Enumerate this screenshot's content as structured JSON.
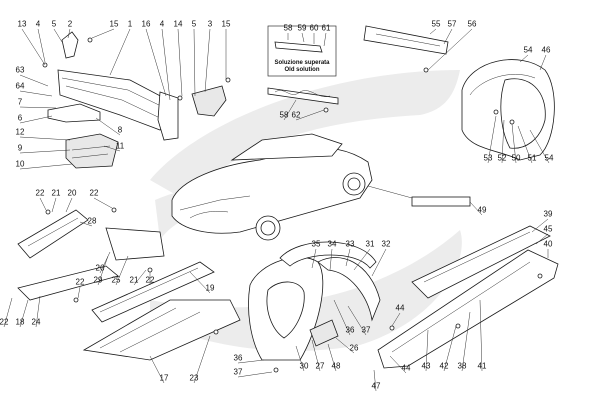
{
  "diagram": {
    "title": "",
    "watermark_color": "#ececec",
    "line_color": "#1a1a1a",
    "callouts": [
      {
        "id": "c13",
        "label": "13"
      },
      {
        "id": "c4a",
        "label": "4"
      },
      {
        "id": "c5a",
        "label": "5"
      },
      {
        "id": "c2",
        "label": "2"
      },
      {
        "id": "c15a",
        "label": "15"
      },
      {
        "id": "c1",
        "label": "1"
      },
      {
        "id": "c16",
        "label": "16"
      },
      {
        "id": "c4b",
        "label": "4"
      },
      {
        "id": "c14",
        "label": "14"
      },
      {
        "id": "c5b",
        "label": "5"
      },
      {
        "id": "c3",
        "label": "3"
      },
      {
        "id": "c15b",
        "label": "15"
      },
      {
        "id": "c63",
        "label": "63"
      },
      {
        "id": "c64",
        "label": "64"
      },
      {
        "id": "c7",
        "label": "7"
      },
      {
        "id": "c6",
        "label": "6"
      },
      {
        "id": "c8",
        "label": "8"
      },
      {
        "id": "c12",
        "label": "12"
      },
      {
        "id": "c9",
        "label": "9"
      },
      {
        "id": "c11",
        "label": "11"
      },
      {
        "id": "c10",
        "label": "10"
      },
      {
        "id": "c58a",
        "label": "58"
      },
      {
        "id": "c59",
        "label": "59"
      },
      {
        "id": "c60",
        "label": "60"
      },
      {
        "id": "c61",
        "label": "61"
      },
      {
        "id": "c58b",
        "label": "58"
      },
      {
        "id": "c62",
        "label": "62"
      },
      {
        "id": "c55",
        "label": "55"
      },
      {
        "id": "c57",
        "label": "57"
      },
      {
        "id": "c56",
        "label": "56"
      },
      {
        "id": "c54a",
        "label": "54"
      },
      {
        "id": "c46",
        "label": "46"
      },
      {
        "id": "c53",
        "label": "53"
      },
      {
        "id": "c52",
        "label": "52"
      },
      {
        "id": "c50",
        "label": "50"
      },
      {
        "id": "c51",
        "label": "51"
      },
      {
        "id": "c54b",
        "label": "54"
      },
      {
        "id": "c49",
        "label": "49"
      },
      {
        "id": "c22a",
        "label": "22"
      },
      {
        "id": "c21a",
        "label": "21"
      },
      {
        "id": "c20",
        "label": "20"
      },
      {
        "id": "c22b",
        "label": "22"
      },
      {
        "id": "c28",
        "label": "28"
      },
      {
        "id": "c19",
        "label": "19"
      },
      {
        "id": "c29",
        "label": "29"
      },
      {
        "id": "c26",
        "label": "26"
      },
      {
        "id": "c25",
        "label": "25"
      },
      {
        "id": "c21b",
        "label": "21"
      },
      {
        "id": "c22c",
        "label": "22"
      },
      {
        "id": "c22d",
        "label": "22"
      },
      {
        "id": "c18",
        "label": "18"
      },
      {
        "id": "c24",
        "label": "24"
      },
      {
        "id": "c22e",
        "label": "22"
      },
      {
        "id": "c17",
        "label": "17"
      },
      {
        "id": "c23",
        "label": "23"
      },
      {
        "id": "c35",
        "label": "35"
      },
      {
        "id": "c34",
        "label": "34"
      },
      {
        "id": "c33",
        "label": "33"
      },
      {
        "id": "c31",
        "label": "31"
      },
      {
        "id": "c32",
        "label": "32"
      },
      {
        "id": "c36a",
        "label": "36"
      },
      {
        "id": "c37a",
        "label": "37"
      },
      {
        "id": "c36b",
        "label": "36"
      },
      {
        "id": "c37b",
        "label": "37"
      },
      {
        "id": "c30",
        "label": "30"
      },
      {
        "id": "c27",
        "label": "27"
      },
      {
        "id": "c48",
        "label": "48"
      },
      {
        "id": "c26b",
        "label": "26"
      },
      {
        "id": "c39",
        "label": "39"
      },
      {
        "id": "c45",
        "label": "45"
      },
      {
        "id": "c40",
        "label": "40"
      },
      {
        "id": "c44a",
        "label": "44"
      },
      {
        "id": "c43",
        "label": "43"
      },
      {
        "id": "c42",
        "label": "42"
      },
      {
        "id": "c38",
        "label": "38"
      },
      {
        "id": "c41",
        "label": "41"
      },
      {
        "id": "c44b",
        "label": "44"
      },
      {
        "id": "c47",
        "label": "47"
      }
    ],
    "note": {
      "line1": "Soluzione superata",
      "line2": "Old solution"
    }
  }
}
